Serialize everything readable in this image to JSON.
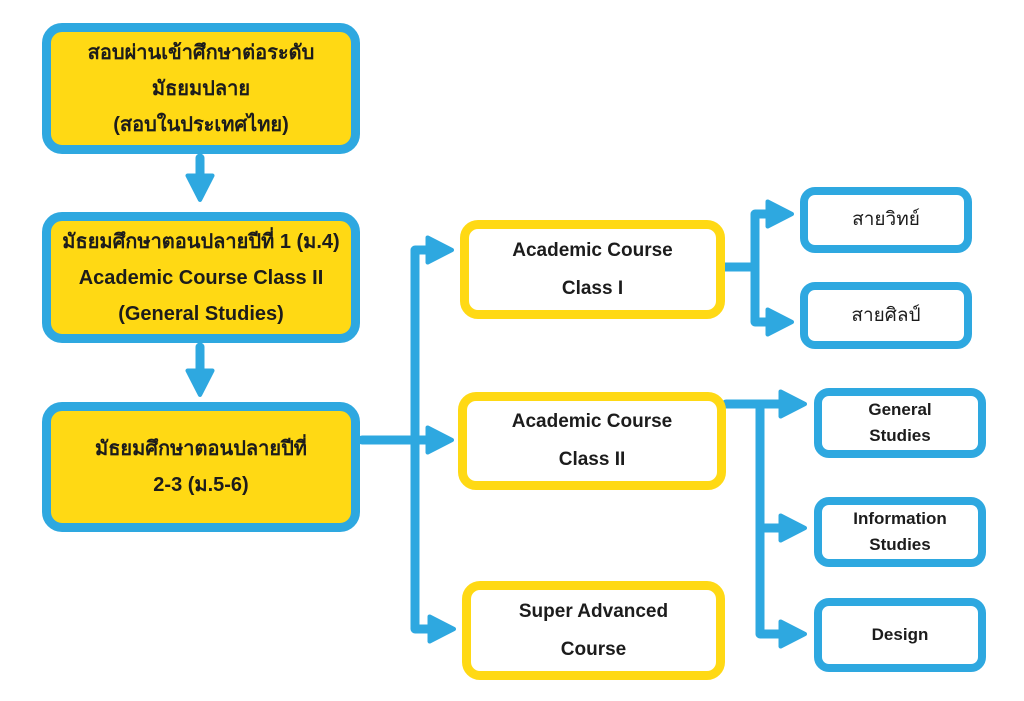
{
  "diagram": {
    "title": "High-school study path flowchart",
    "colors": {
      "arrow_blue": "#2EA8E0",
      "node_yellow": "#FFD914",
      "text": "#1c1c1c",
      "background": "#ffffff"
    },
    "left_column": [
      {
        "id": "entry-exam",
        "lines": [
          "สอบผ่านเข้าศึกษาต่อระดับ",
          "มัธยมปลาย",
          "(สอบในประเทศไทย)"
        ]
      },
      {
        "id": "m4-academic-class2",
        "lines": [
          "มัธยมศึกษาตอนปลายปีที่ 1 (ม.4)",
          "Academic Course Class II",
          "(General Studies)"
        ]
      },
      {
        "id": "m5-6",
        "lines": [
          "มัธยมศึกษาตอนปลายปีที่",
          "2-3 (ม.5-6)"
        ]
      }
    ],
    "middle_column": [
      {
        "id": "academic-course-class-1",
        "lines": [
          "Academic Course",
          "Class I"
        ]
      },
      {
        "id": "academic-course-class-2",
        "lines": [
          "Academic Course",
          "Class II"
        ]
      },
      {
        "id": "super-advanced-course",
        "lines": [
          "Super Advanced",
          "Course"
        ]
      }
    ],
    "right_column": [
      {
        "id": "science-track",
        "lines": [
          "สายวิทย์"
        ]
      },
      {
        "id": "arts-track",
        "lines": [
          "สายศิลป์"
        ]
      },
      {
        "id": "general-studies",
        "lines": [
          "General",
          "Studies"
        ]
      },
      {
        "id": "information-studies",
        "lines": [
          "Information",
          "Studies"
        ]
      },
      {
        "id": "design",
        "lines": [
          "Design"
        ]
      }
    ],
    "edges": [
      "entry-exam -> m4-academic-class2",
      "m4-academic-class2 -> m5-6",
      "m5-6 -> academic-course-class-1",
      "m5-6 -> academic-course-class-2",
      "m5-6 -> super-advanced-course",
      "academic-course-class-1 -> science-track",
      "academic-course-class-1 -> arts-track",
      "academic-course-class-2 -> general-studies",
      "academic-course-class-2 -> information-studies",
      "academic-course-class-2 -> design"
    ]
  }
}
